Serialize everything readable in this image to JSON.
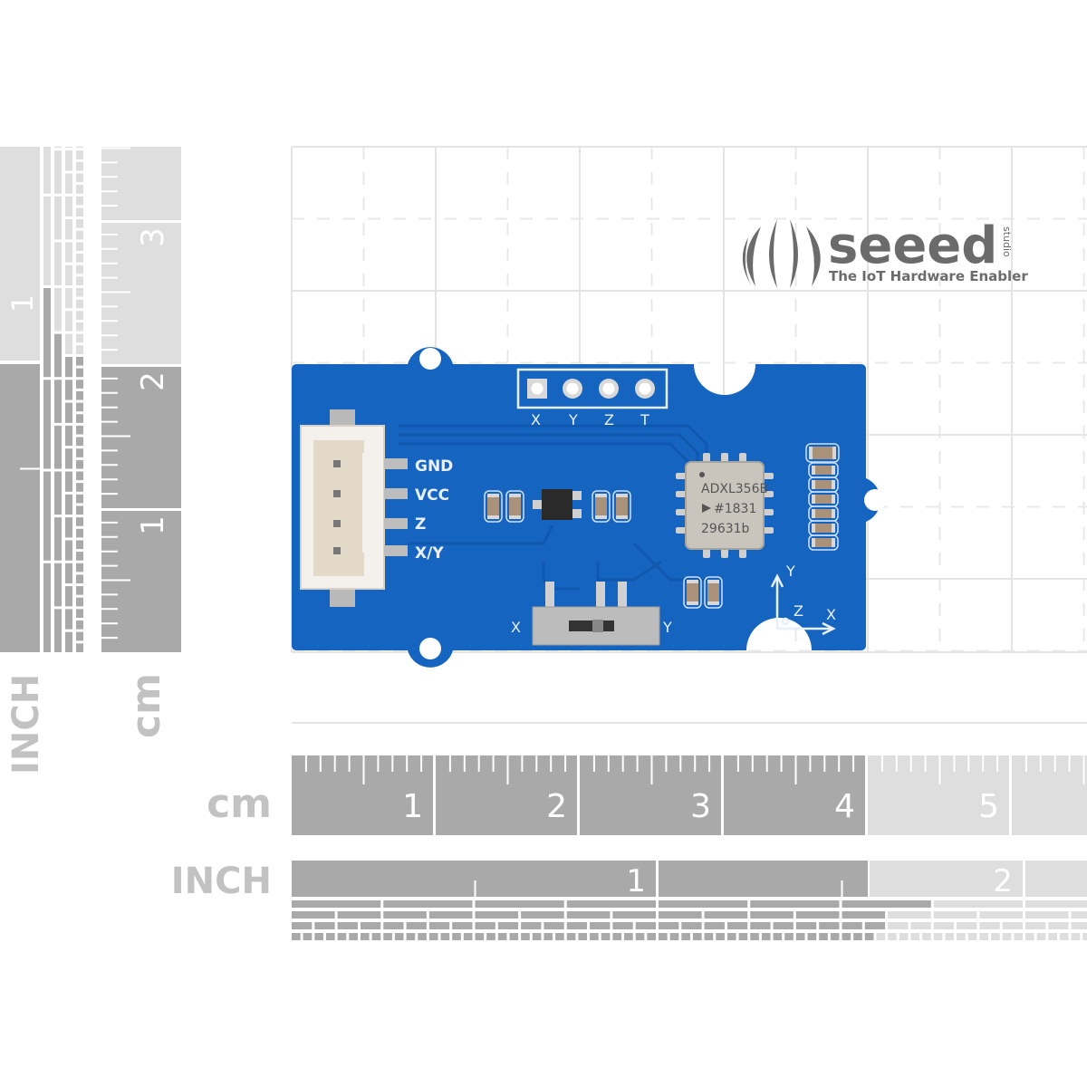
{
  "brand": {
    "name": "seeed",
    "suffix": "studio",
    "tagline": "The IoT Hardware Enabler",
    "logo_color": "#6b6b6b"
  },
  "board": {
    "color": "#1565c0",
    "silk_color": "#e8f0ff",
    "chip_marking": [
      "ADXL356B",
      "#1831",
      "29631b"
    ],
    "connector_pins": [
      "GND",
      "VCC",
      "Z",
      "X/Y"
    ],
    "header_pins": [
      "X",
      "Y",
      "Z",
      "T"
    ],
    "switch_labels": {
      "left": "X",
      "right": "Y"
    },
    "axis_labels": {
      "y": "Y",
      "z": "Z",
      "x": "X"
    }
  },
  "rulers": {
    "bottom_cm": {
      "unit_label": "cm",
      "ticks": [
        "1",
        "2",
        "3",
        "4",
        "5"
      ]
    },
    "bottom_inch": {
      "unit_label": "INCH",
      "ticks": [
        "1",
        "2"
      ]
    },
    "left_cm": {
      "unit_label": "cm",
      "ticks": [
        "1",
        "2",
        "3"
      ]
    },
    "left_inch": {
      "unit_label": "INCH",
      "ticks": [
        "1"
      ]
    },
    "active_color": "#a9a9a9",
    "inactive_color": "#dedede",
    "label_color": "#c2c2c2"
  }
}
